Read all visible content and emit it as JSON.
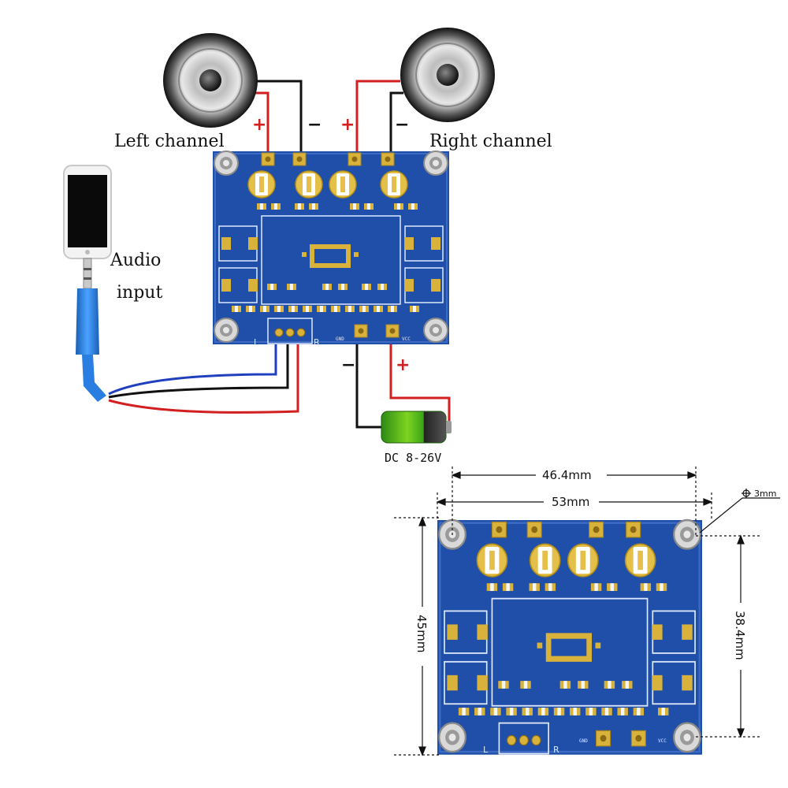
{
  "diagram": {
    "left_channel_label": "Left channel",
    "right_channel_label": "Right channel",
    "audio_input_label_line1": "Audio",
    "audio_input_label_line2": "input",
    "power_label": "DC 8-26V",
    "polarity_plus": "+",
    "polarity_minus": "−",
    "board_pin_l": "L",
    "board_pin_r": "R",
    "board_gnd": "GND",
    "board_vcc": "VCC"
  },
  "dimensions": {
    "hole_spacing_width": "46.4mm",
    "board_width": "53mm",
    "board_height": "45mm",
    "hole_spacing_height": "38.4mm",
    "hole_diameter": "3mm"
  },
  "colors": {
    "pcb": "#1f4fa8",
    "pad": "#d8b23a",
    "wire_red": "#d21f1f",
    "wire_black": "#111111",
    "wire_blue": "#1f3fbf"
  }
}
